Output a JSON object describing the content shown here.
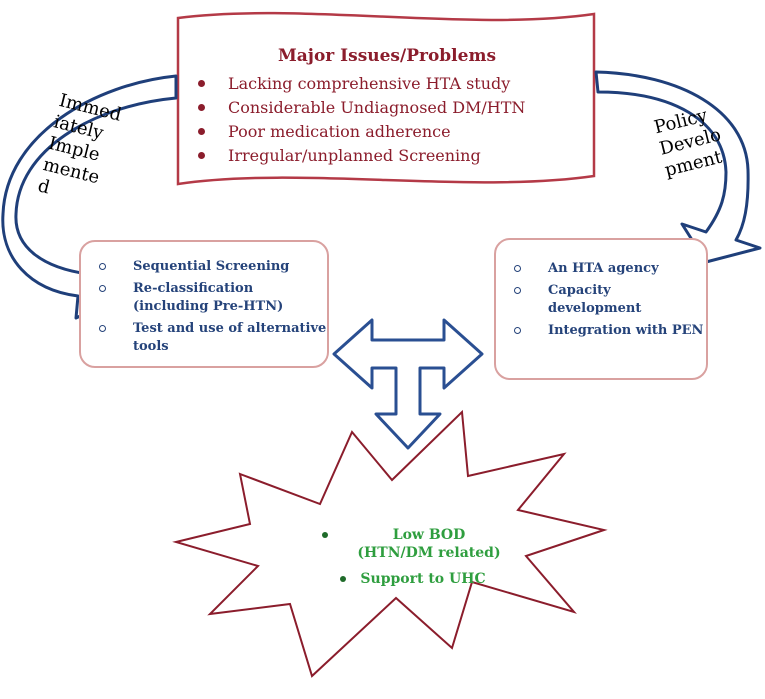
{
  "top_box": {
    "title": "Major Issues/Problems",
    "items": [
      "Lacking comprehensive HTA study",
      "Considerable Undiagnosed DM/HTN",
      "Poor medication adherence",
      "Irregular/unplanned Screening"
    ]
  },
  "left_arrow_label": [
    "Immed",
    "iately",
    "Imple",
    "mente",
    "d"
  ],
  "right_arrow_label": [
    "Policy",
    "Develo",
    "pment"
  ],
  "left_box": {
    "items": [
      "Sequential Screening",
      "Re-classification (including Pre-HTN)",
      "Test and use of alternative tools"
    ]
  },
  "right_box": {
    "items": [
      "An HTA agency",
      "Capacity development",
      "Integration with PEN"
    ]
  },
  "outcome": {
    "items": [
      "Low BOD (HTN/DM related)",
      "Support to UHC"
    ]
  },
  "colors": {
    "issues": "#8b1d2c",
    "actions": "#25437a",
    "outcomes": "#2f9e3f",
    "arrow_outline": "#1f3f7a"
  }
}
